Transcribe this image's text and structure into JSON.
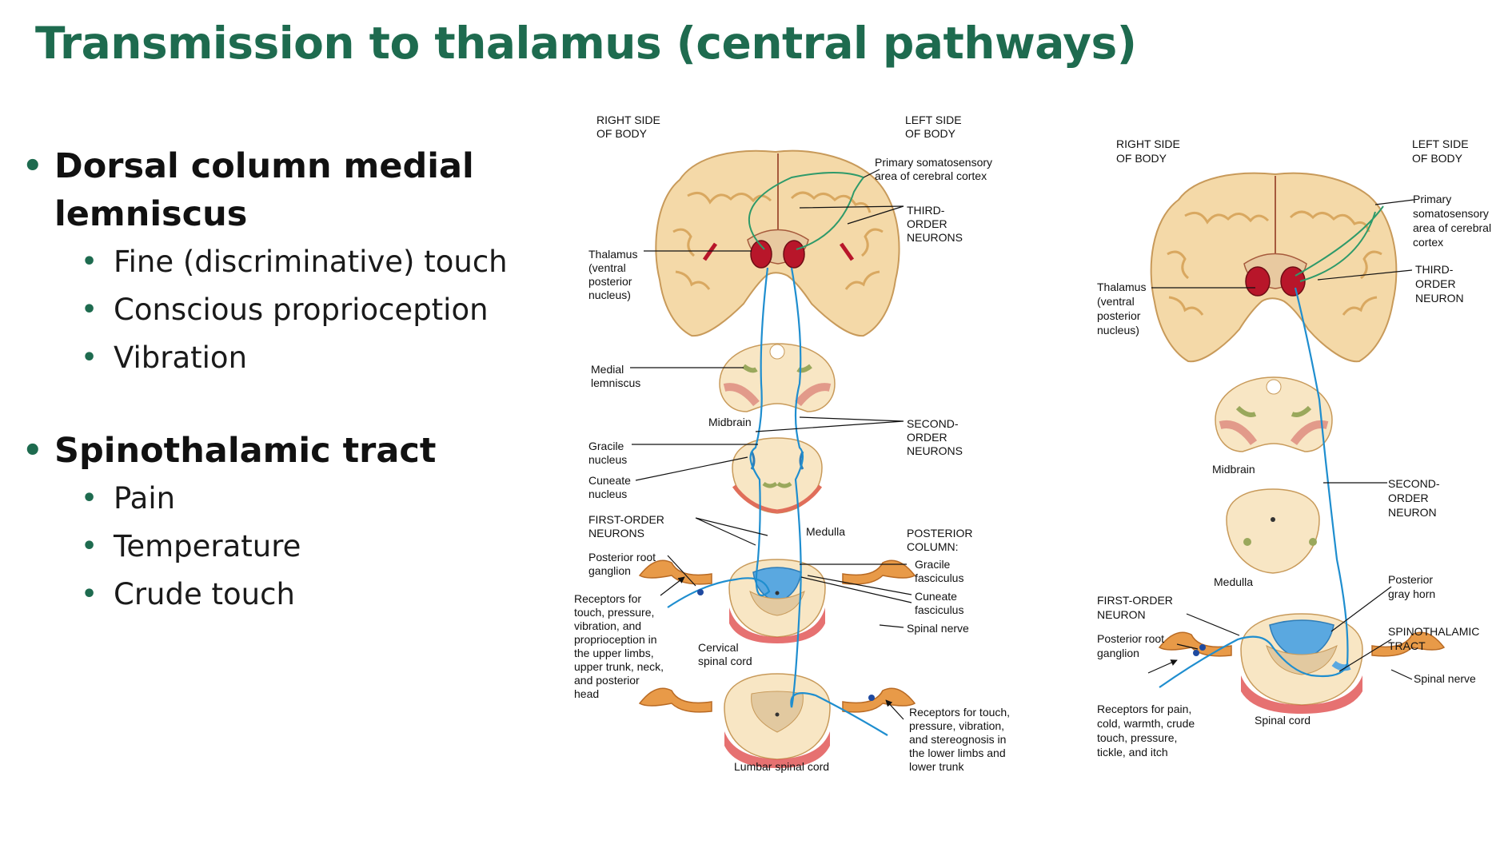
{
  "title": "Transmission to thalamus (central pathways)",
  "bullets": [
    {
      "heading": "Dorsal column medial",
      "heading2": "lemniscus",
      "items": [
        "Fine (discriminative) touch",
        "Conscious proprioception",
        "Vibration"
      ]
    },
    {
      "heading": "Spinothalamic tract",
      "items": [
        "Pain",
        "Temperature",
        "Crude touch"
      ]
    }
  ],
  "dcml": {
    "right_side": [
      "RIGHT SIDE",
      "OF BODY"
    ],
    "left_side": [
      "LEFT SIDE",
      "OF BODY"
    ],
    "primary": [
      "Primary somatosensory",
      "area of cerebral cortex"
    ],
    "third": [
      "THIRD-",
      "ORDER",
      "NEURONS"
    ],
    "thalamus": [
      "Thalamus",
      "(ventral",
      "posterior",
      "nucleus)"
    ],
    "medial_lemniscus": [
      "Medial",
      "lemniscus"
    ],
    "midbrain": "Midbrain",
    "second": [
      "SECOND-",
      "ORDER",
      "NEURONS"
    ],
    "gracile_nucleus": [
      "Gracile",
      "nucleus"
    ],
    "cuneate_nucleus": [
      "Cuneate",
      "nucleus"
    ],
    "medulla": "Medulla",
    "first": [
      "FIRST-ORDER",
      "NEURONS"
    ],
    "posterior_column": [
      "POSTERIOR",
      "COLUMN:"
    ],
    "gracile_fasciculus": [
      "Gracile",
      "fasciculus"
    ],
    "cuneate_fasciculus": [
      "Cuneate",
      "fasciculus"
    ],
    "ganglion": [
      "Posterior root",
      "ganglion"
    ],
    "receptors_upper": [
      "Receptors for",
      "touch, pressure,",
      "vibration, and",
      "proprioception in",
      "the upper limbs,",
      "upper trunk, neck,",
      "and posterior",
      "head"
    ],
    "cervical": [
      "Cervical",
      "spinal cord"
    ],
    "spinal_nerve": "Spinal nerve",
    "receptors_lower": [
      "Receptors for touch,",
      "pressure, vibration,",
      "and stereognosis in",
      "the lower limbs and",
      "lower trunk"
    ],
    "lumbar": "Lumbar spinal cord"
  },
  "stt": {
    "right_side": [
      "RIGHT SIDE",
      "OF BODY"
    ],
    "left_side": [
      "LEFT SIDE",
      "OF BODY"
    ],
    "primary": [
      "Primary",
      "somatosensory",
      "area of cerebral",
      "cortex"
    ],
    "third": [
      "THIRD-",
      "ORDER",
      "NEURON"
    ],
    "thalamus": [
      "Thalamus",
      "(ventral",
      "posterior",
      "nucleus)"
    ],
    "midbrain": "Midbrain",
    "second": [
      "SECOND-",
      "ORDER",
      "NEURON"
    ],
    "medulla": "Medulla",
    "posterior_gray": [
      "Posterior",
      "gray horn"
    ],
    "first": [
      "FIRST-ORDER",
      "NEURON"
    ],
    "stt_tract": [
      "SPINOTHALAMIC",
      "TRACT"
    ],
    "ganglion": [
      "Posterior root",
      "ganglion"
    ],
    "spinal_nerve": "Spinal nerve",
    "receptors": [
      "Receptors for pain,",
      "cold, warmth, crude",
      "touch, pressure,",
      "tickle, and itch"
    ],
    "spinal_cord": "Spinal cord"
  }
}
